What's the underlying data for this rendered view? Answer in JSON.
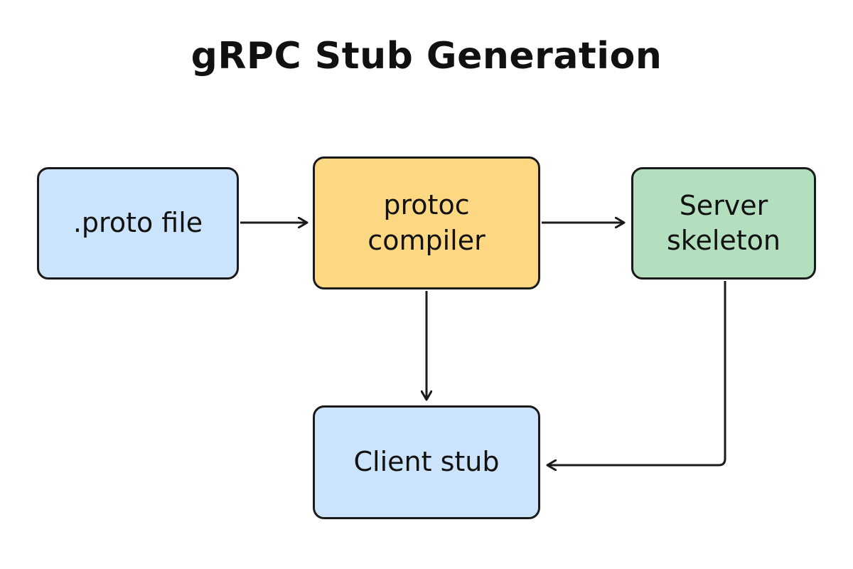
{
  "title": "gRPC Stub Generation",
  "nodes": {
    "proto": {
      "lines": [
        ".proto file"
      ],
      "color": "#cce4fb"
    },
    "protoc": {
      "lines": [
        "protoc",
        "compiler"
      ],
      "color": "#fdd882"
    },
    "server": {
      "lines": [
        "Server",
        "skeleton"
      ],
      "color": "#b3dfbf"
    },
    "client": {
      "lines": [
        "Client stub"
      ],
      "color": "#cce4fb"
    }
  },
  "edges": [
    {
      "from": ".proto file",
      "to": "protoc compiler"
    },
    {
      "from": "protoc compiler",
      "to": "Server skeleton"
    },
    {
      "from": "protoc compiler",
      "to": "Client stub"
    },
    {
      "from": "Server skeleton",
      "to": "Client stub"
    }
  ]
}
